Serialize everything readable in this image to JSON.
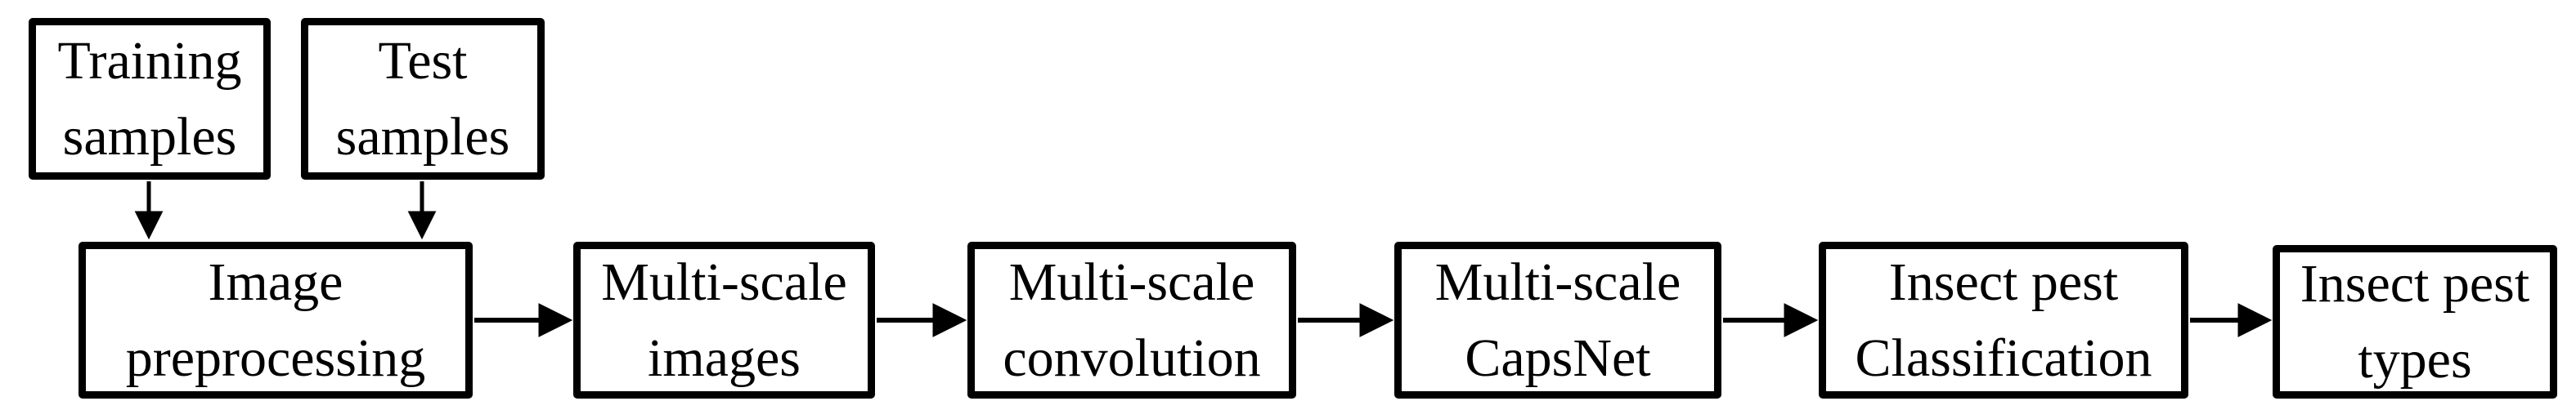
{
  "diagram": {
    "title": "Insect pest classification pipeline flowchart",
    "colors": {
      "background": "#ffffff",
      "box_fill": "#ffffff",
      "box_border": "#000000",
      "text": "#000000",
      "arrow": "#000000"
    },
    "nodes": [
      {
        "id": "training-samples",
        "label": "Training samples",
        "lines": [
          "Training",
          "samples"
        ]
      },
      {
        "id": "test-samples",
        "label": "Test samples",
        "lines": [
          "Test",
          "samples"
        ]
      },
      {
        "id": "image-preprocessing",
        "label": "Image preprocessing",
        "lines": [
          "Image",
          "preprocessing"
        ]
      },
      {
        "id": "multi-scale-images",
        "label": "Multi-scale images",
        "lines": [
          "Multi-scale",
          "images"
        ]
      },
      {
        "id": "multi-scale-convolution",
        "label": "Multi-scale convolution",
        "lines": [
          "Multi-scale",
          "convolution"
        ]
      },
      {
        "id": "multi-scale-capsnet",
        "label": "Multi-scale CapsNet",
        "lines": [
          "Multi-scale",
          "CapsNet"
        ]
      },
      {
        "id": "insect-pest-classification",
        "label": "Insect pest Classification",
        "lines": [
          "Insect pest",
          "Classification"
        ]
      },
      {
        "id": "insect-pest-types",
        "label": "Insect pest types",
        "lines": [
          "Insect pest",
          "types"
        ]
      }
    ],
    "edges": [
      {
        "from": "training-samples",
        "to": "image-preprocessing"
      },
      {
        "from": "test-samples",
        "to": "image-preprocessing"
      },
      {
        "from": "image-preprocessing",
        "to": "multi-scale-images"
      },
      {
        "from": "multi-scale-images",
        "to": "multi-scale-convolution"
      },
      {
        "from": "multi-scale-convolution",
        "to": "multi-scale-capsnet"
      },
      {
        "from": "multi-scale-capsnet",
        "to": "insect-pest-classification"
      },
      {
        "from": "insect-pest-classification",
        "to": "insect-pest-types"
      }
    ]
  }
}
